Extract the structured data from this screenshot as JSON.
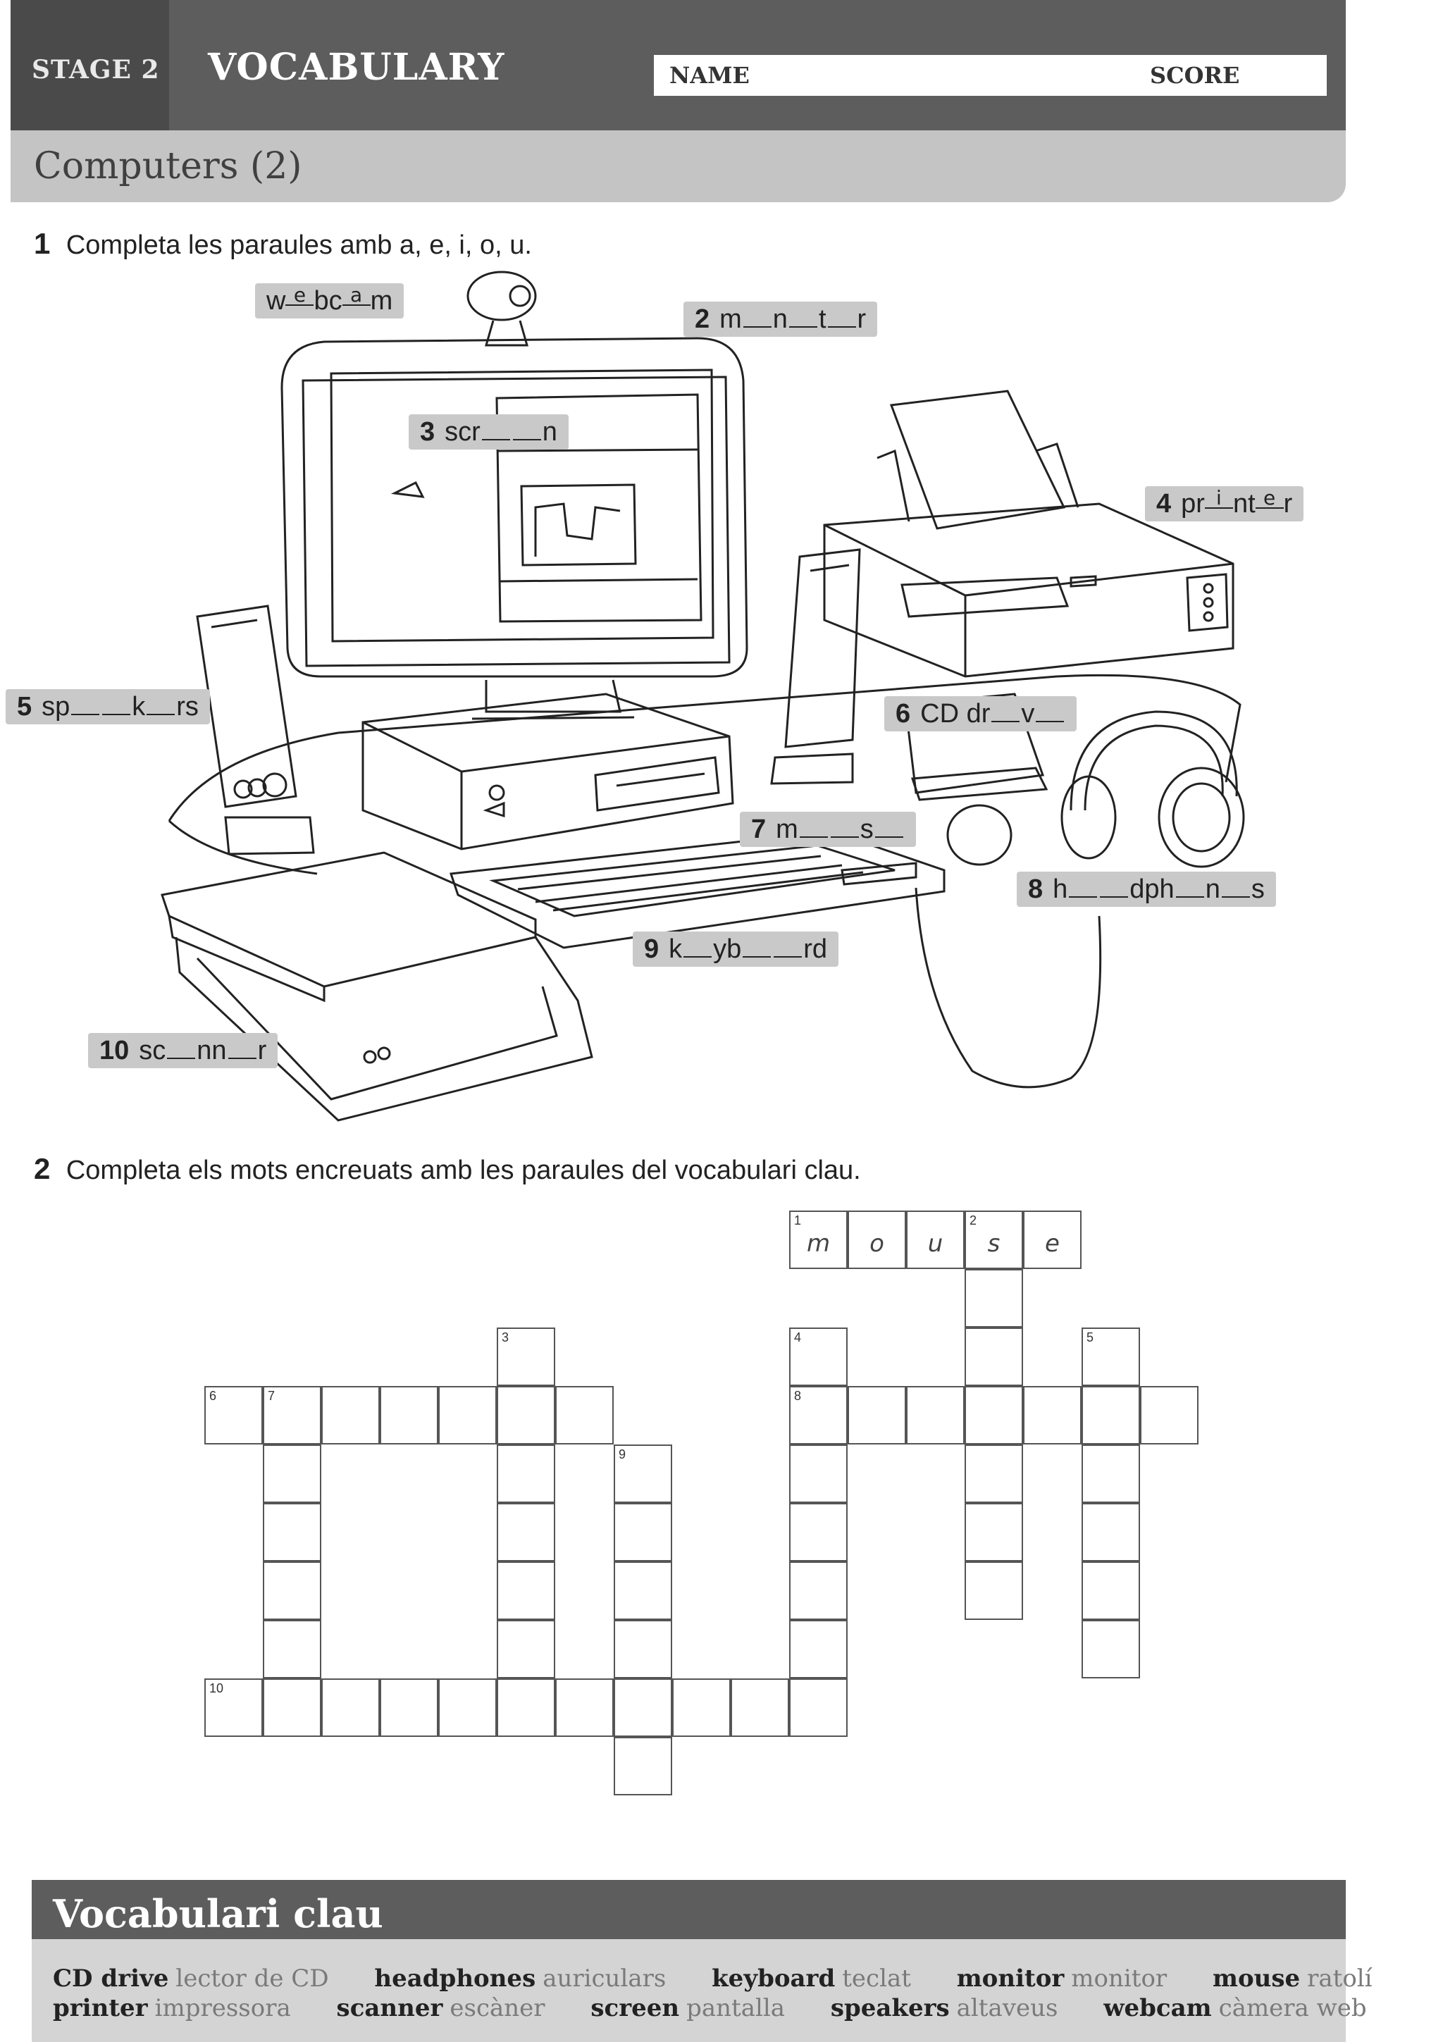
{
  "header": {
    "stage": "STAGE 2",
    "title": "VOCABULARY",
    "name_label": "NAME",
    "score_label": "SCORE",
    "subtitle": "Computers (2)"
  },
  "exercise1": {
    "number": "1",
    "instruction": "Completa les paraules amb a, e, i, o, u.",
    "labels": [
      {
        "num": "",
        "parts": [
          "w",
          "e",
          "bc",
          "a",
          "m"
        ]
      },
      {
        "num": "2",
        "parts": [
          "m",
          "",
          "n",
          "",
          "t",
          "",
          "r"
        ]
      },
      {
        "num": "3",
        "parts": [
          "scr",
          "",
          "",
          "n"
        ]
      },
      {
        "num": "4",
        "parts": [
          "pr",
          "i",
          "nt",
          "e",
          "r"
        ]
      },
      {
        "num": "5",
        "parts": [
          "sp",
          "",
          "",
          "k",
          "",
          "rs"
        ]
      },
      {
        "num": "6",
        "parts": [
          "CD dr",
          "",
          "v",
          ""
        ]
      },
      {
        "num": "7",
        "parts": [
          "m",
          "",
          "",
          "s",
          ""
        ]
      },
      {
        "num": "8",
        "parts": [
          "h",
          "",
          "",
          "dph",
          "",
          "n",
          "",
          "s"
        ]
      },
      {
        "num": "9",
        "parts": [
          "k",
          "",
          "yb",
          "",
          "",
          "rd"
        ]
      },
      {
        "num": "10",
        "parts": [
          "sc",
          "",
          "nn",
          "",
          "r"
        ]
      }
    ]
  },
  "exercise2": {
    "number": "2",
    "instruction": "Completa els mots encreuats amb les paraules del vocabulari clau.",
    "numbers": [
      "1",
      "2",
      "3",
      "4",
      "5",
      "6",
      "7",
      "8",
      "9",
      "10"
    ],
    "filled_letters": [
      "m",
      "o",
      "u",
      "s",
      "e"
    ]
  },
  "vocabulary": {
    "title": "Vocabulari clau",
    "row1": [
      {
        "en": "CD drive",
        "ca": "lector de CD"
      },
      {
        "en": "headphones",
        "ca": "auriculars"
      },
      {
        "en": "keyboard",
        "ca": "teclat"
      },
      {
        "en": "monitor",
        "ca": "monitor"
      },
      {
        "en": "mouse",
        "ca": "ratolí"
      }
    ],
    "row2": [
      {
        "en": "printer",
        "ca": "impressora"
      },
      {
        "en": "scanner",
        "ca": "escàner"
      },
      {
        "en": "screen",
        "ca": "pantalla"
      },
      {
        "en": "speakers",
        "ca": "altaveus"
      },
      {
        "en": "webcam",
        "ca": "càmera web"
      }
    ]
  }
}
